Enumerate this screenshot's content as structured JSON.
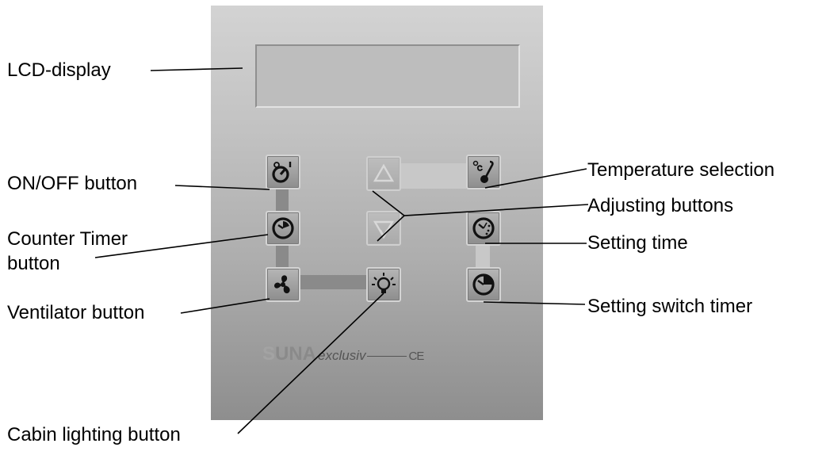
{
  "brand": {
    "part1": "S",
    "part2": "UNA",
    "part3": "exclusiv",
    "mark": "CE"
  },
  "labels": {
    "lcd_display": "LCD-display",
    "on_off_button": "ON/OFF button",
    "counter_timer_line1": "Counter Timer",
    "counter_timer_line2": "button",
    "ventilator_button": "Ventilator button",
    "cabin_lighting_button": "Cabin lighting button",
    "temperature_selection": "Temperature selection",
    "adjusting_buttons": "Adjusting buttons",
    "setting_time": "Setting time",
    "setting_switch_timer": "Setting switch timer"
  },
  "icons": {
    "on_off": "power-icon",
    "counter_timer": "counter-clock-icon",
    "ventilator": "fan-icon",
    "cabin_light": "light-bulb-icon",
    "up": "up-arrow-icon",
    "down": "down-arrow-icon",
    "temperature": "thermometer-icon",
    "setting_time": "setting-clock-icon",
    "switch_timer": "switch-timer-clock-icon"
  },
  "colors": {
    "panel_top": "#d3d3d3",
    "panel_bottom": "#8e8e8e",
    "icon": "#111111"
  }
}
